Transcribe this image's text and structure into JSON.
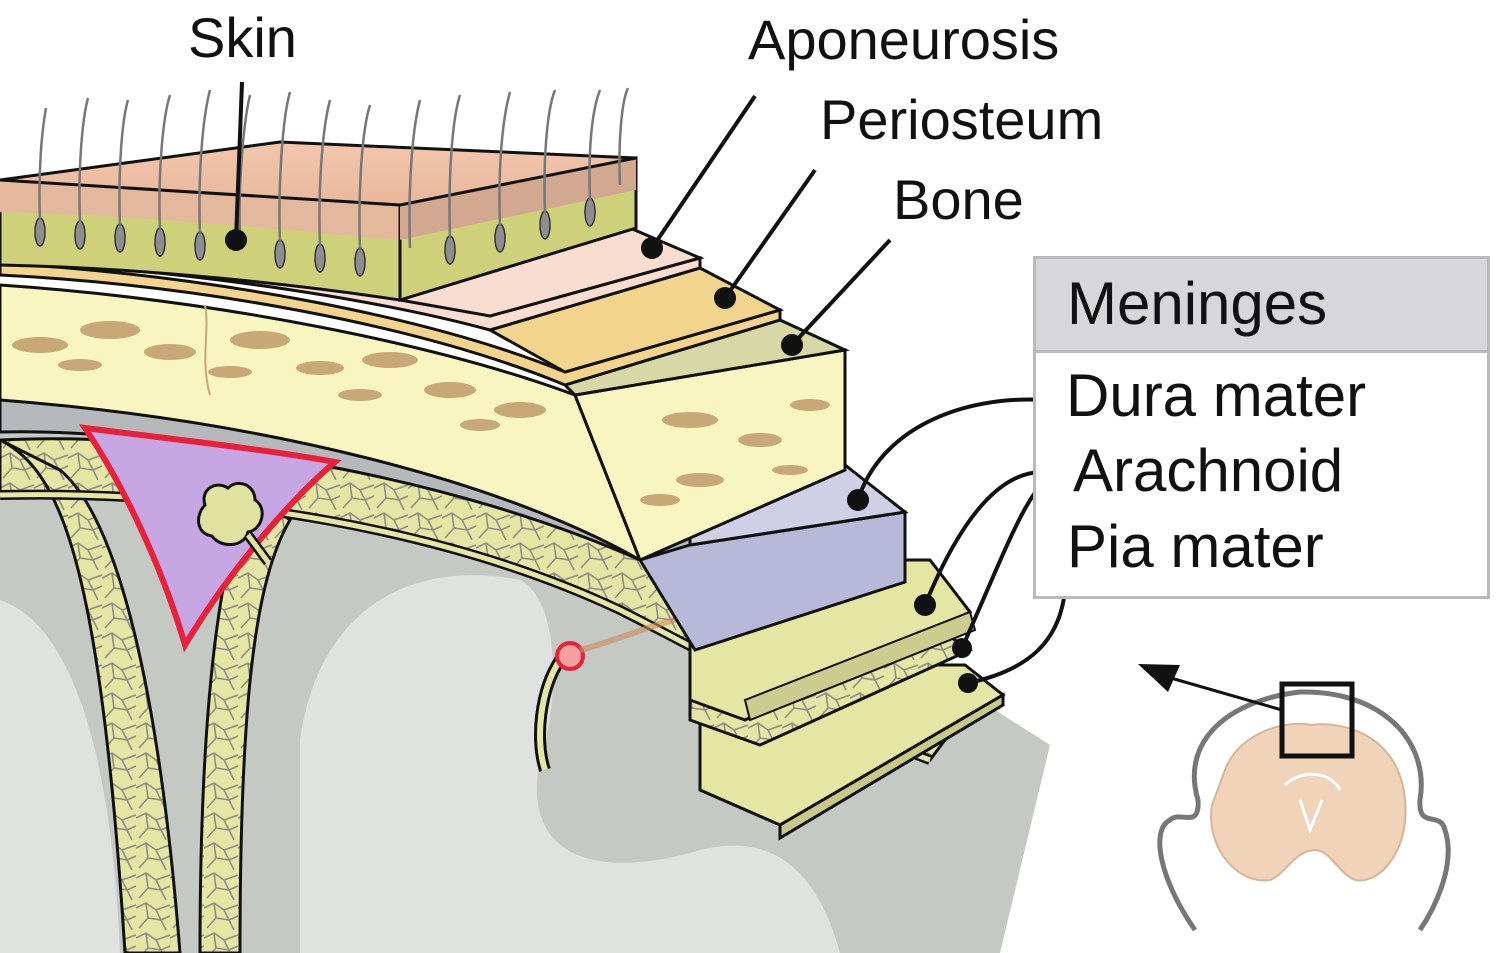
{
  "labels": {
    "skin": "Skin",
    "aponeurosis": "Aponeurosis",
    "periosteum": "Periosteum",
    "bone": "Bone"
  },
  "meninges": {
    "title": "Meninges",
    "dura_mater": "Dura mater",
    "arachnoid": "Arachnoid",
    "pia_mater": "Pia mater"
  },
  "colors": {
    "skin": "#f2c9b1",
    "subcutis": "#cfd17a",
    "aponeurosis": "#f8ddd0",
    "periosteum": "#f3d48d",
    "bone": "#f9f5c0",
    "bone_marrow_spots": "#c9a877",
    "dura_mater": "#c8c8e0",
    "sinus": "#c9a8e6",
    "sinus_outline": "#e8203a",
    "pia_arachnoid": "#e5e6a4",
    "cortex": "#c7cbc6",
    "white_matter": "#dde0dc",
    "outline": "#111111"
  }
}
